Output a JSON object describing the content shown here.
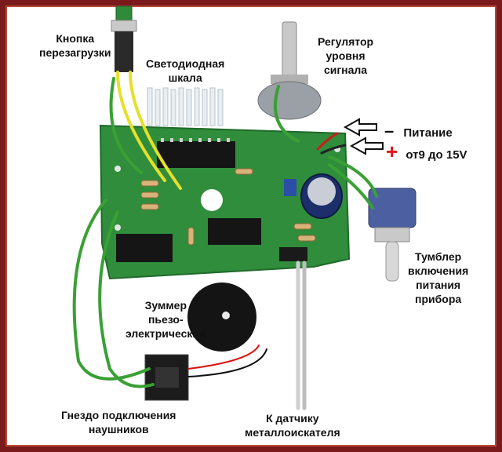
{
  "labels": {
    "reset_button": [
      "Кнопка",
      "перезагрузки"
    ],
    "led_scale": [
      "Светодиодная",
      "шкала"
    ],
    "signal_regulator": [
      "Регулятор",
      "уровня",
      "сигнала"
    ],
    "power_minus": "Питание",
    "power_plus": "от9 до 15V",
    "toggle_switch": [
      "Тумблер",
      "включения",
      "питания",
      "прибора"
    ],
    "buzzer": [
      "Зуммер",
      "пьезо-",
      "электрический"
    ],
    "headphone_jack": [
      "Гнездо подключения",
      "наушников"
    ],
    "detector_sensor": [
      "К датчику",
      "металлоискателя"
    ]
  },
  "symbols": {
    "minus": "–",
    "plus": "+"
  },
  "colors": {
    "frame": "#7a1a1a",
    "pcb": "#2e8b3a",
    "plus_sign": "#e0141a",
    "wire_green": "#3aa035",
    "wire_yellow": "#e6e02a"
  }
}
